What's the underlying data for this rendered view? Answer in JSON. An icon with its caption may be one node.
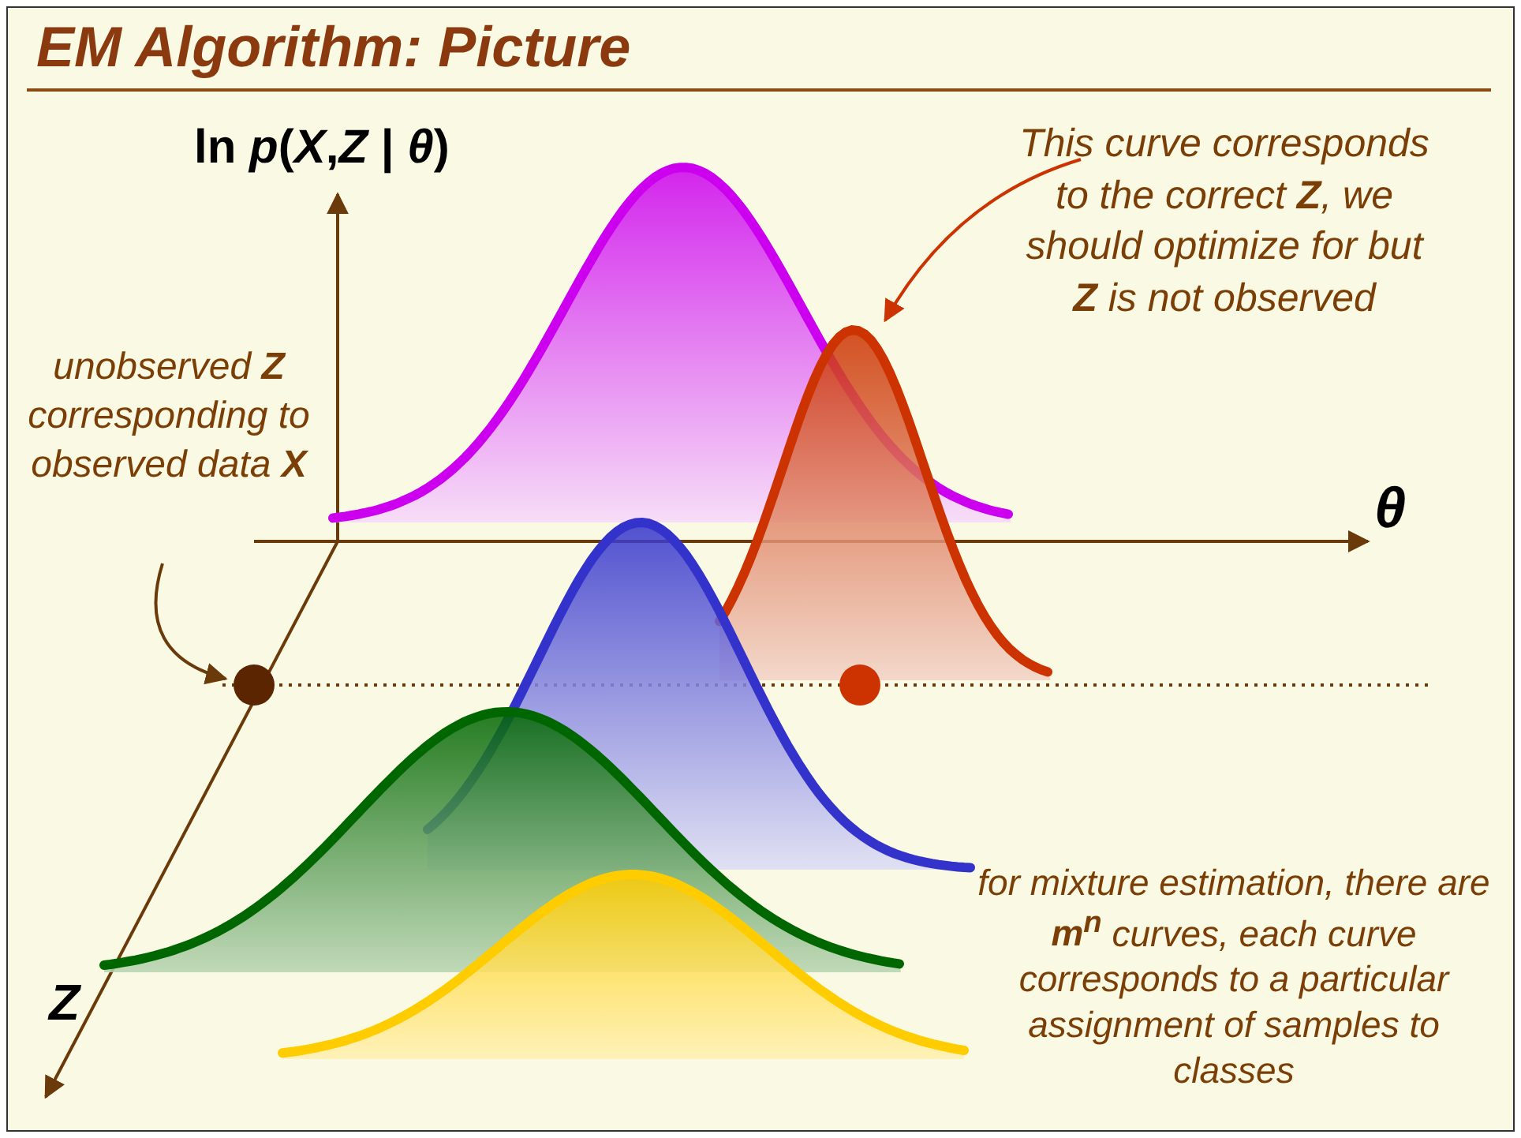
{
  "diagram": {
    "title": "EM Algorithm: Picture",
    "nodes": [
      {
        "text": [
          "This curve corresponds to the correct **Z**, we should optimize for but **Z** is not observed"
        ]
      },
      {
        "text": [],
        "shape": "curve"
      },
      {
        "text": [
          "unobserved **Z** corresponding to observed data **X**"
        ]
      },
      {
        "text": [],
        "shape": "circle"
      },
      {
        "text": [],
        "shape": "circle"
      }
    ],
    "edges": [
      {
        "from": 0,
        "to": 1,
        "arrow": "to",
        "color": "#cc3300"
      },
      {
        "from": 2,
        "to": 3,
        "arrow": "to",
        "color": "#6b3a0a"
      }
    ],
    "labels": [
      "ln *p*(*X*,*Z* | *θ*)",
      "θ",
      "Z",
      "for mixture estimation, there are **m$^{n}$** curves, each curve corresponds to a particular assignment of samples to classes"
    ]
  }
}
